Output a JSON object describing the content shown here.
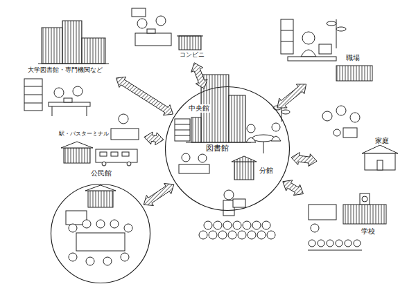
{
  "diagram": {
    "nodes": [
      {
        "text": [
          "図書館"
        ]
      },
      {
        "text": [
          "中央館"
        ],
        "in": 0
      },
      {
        "text": [
          "分館"
        ],
        "in": 0
      },
      {
        "text": [
          "大学図書館・専門機関など"
        ]
      },
      {
        "text": [
          "コンビニ"
        ]
      },
      {
        "text": [
          "職場"
        ]
      },
      {
        "text": [
          "家庭"
        ]
      },
      {
        "text": [
          "学校"
        ]
      },
      {
        "text": [
          "駅・バスターミナル"
        ]
      },
      {
        "text": [
          "公民館"
        ]
      }
    ],
    "edges": [
      {
        "from": 0,
        "to": 3,
        "arrow": "both"
      },
      {
        "from": 0,
        "to": 4,
        "arrow": "both"
      },
      {
        "from": 0,
        "to": 5,
        "arrow": "both"
      },
      {
        "from": 0,
        "to": 6,
        "arrow": "both"
      },
      {
        "from": 0,
        "to": 7,
        "arrow": "both"
      },
      {
        "from": 0,
        "to": 8,
        "arrow": "both"
      },
      {
        "from": 0,
        "to": 9,
        "arrow": "both"
      }
    ]
  }
}
